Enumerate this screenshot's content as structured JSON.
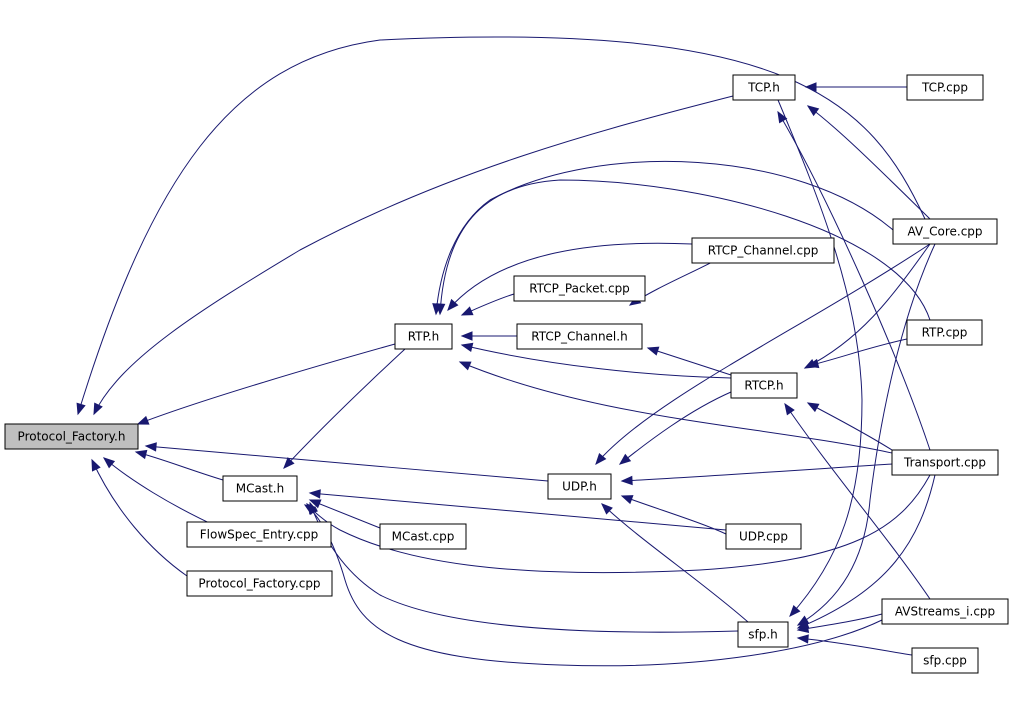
{
  "nodes": [
    {
      "id": "protocol_factory_h",
      "label": "Protocol_Factory.h",
      "highlighted": true
    },
    {
      "id": "rtp_h",
      "label": "RTP.h"
    },
    {
      "id": "mcast_h",
      "label": "MCast.h"
    },
    {
      "id": "udp_h",
      "label": "UDP.h"
    },
    {
      "id": "tcp_h",
      "label": "TCP.h"
    },
    {
      "id": "rtcp_h",
      "label": "RTCP.h"
    },
    {
      "id": "sfp_h",
      "label": "sfp.h"
    },
    {
      "id": "rtcp_channel_h",
      "label": "RTCP_Channel.h"
    },
    {
      "id": "rtcp_packet_cpp",
      "label": "RTCP_Packet.cpp"
    },
    {
      "id": "rtcp_channel_cpp",
      "label": "RTCP_Channel.cpp"
    },
    {
      "id": "tcp_cpp",
      "label": "TCP.cpp"
    },
    {
      "id": "av_core_cpp",
      "label": "AV_Core.cpp"
    },
    {
      "id": "rtp_cpp",
      "label": "RTP.cpp"
    },
    {
      "id": "transport_cpp",
      "label": "Transport.cpp"
    },
    {
      "id": "udp_cpp",
      "label": "UDP.cpp"
    },
    {
      "id": "mcast_cpp",
      "label": "MCast.cpp"
    },
    {
      "id": "flowspec_entry_cpp",
      "label": "FlowSpec_Entry.cpp"
    },
    {
      "id": "protocol_factory_cpp",
      "label": "Protocol_Factory.cpp"
    },
    {
      "id": "avstreams_i_cpp",
      "label": "AVStreams_i.cpp"
    },
    {
      "id": "sfp_cpp",
      "label": "sfp.cpp"
    }
  ],
  "edges": [
    {
      "from": "tcp_h",
      "to": "protocol_factory_h"
    },
    {
      "from": "rtp_h",
      "to": "protocol_factory_h"
    },
    {
      "from": "mcast_h",
      "to": "protocol_factory_h"
    },
    {
      "from": "udp_h",
      "to": "protocol_factory_h"
    },
    {
      "from": "flowspec_entry_cpp",
      "to": "protocol_factory_h"
    },
    {
      "from": "protocol_factory_cpp",
      "to": "protocol_factory_h"
    },
    {
      "from": "av_core_cpp",
      "to": "protocol_factory_h"
    },
    {
      "from": "tcp_cpp",
      "to": "tcp_h"
    },
    {
      "from": "av_core_cpp",
      "to": "tcp_h"
    },
    {
      "from": "transport_cpp",
      "to": "tcp_h"
    },
    {
      "from": "rtcp_packet_cpp",
      "to": "rtp_h"
    },
    {
      "from": "rtcp_channel_h",
      "to": "rtp_h"
    },
    {
      "from": "rtcp_channel_cpp",
      "to": "rtp_h"
    },
    {
      "from": "rtcp_h",
      "to": "rtp_h"
    },
    {
      "from": "av_core_cpp",
      "to": "rtp_h"
    },
    {
      "from": "rtp_cpp",
      "to": "rtp_h"
    },
    {
      "from": "transport_cpp",
      "to": "rtp_h"
    },
    {
      "from": "rtcp_channel_cpp",
      "to": "rtcp_channel_h"
    },
    {
      "from": "rtcp_h",
      "to": "rtcp_channel_h"
    },
    {
      "from": "rtp_cpp",
      "to": "rtcp_h"
    },
    {
      "from": "av_core_cpp",
      "to": "rtcp_h"
    },
    {
      "from": "transport_cpp",
      "to": "rtcp_h"
    },
    {
      "from": "avstreams_i_cpp",
      "to": "rtcp_h"
    },
    {
      "from": "rtcp_h",
      "to": "udp_h"
    },
    {
      "from": "transport_cpp",
      "to": "udp_h"
    },
    {
      "from": "udp_cpp",
      "to": "udp_h"
    },
    {
      "from": "av_core_cpp",
      "to": "udp_h"
    },
    {
      "from": "sfp_h",
      "to": "udp_h"
    },
    {
      "from": "rtp_h",
      "to": "mcast_h"
    },
    {
      "from": "mcast_cpp",
      "to": "mcast_h"
    },
    {
      "from": "udp_cpp",
      "to": "mcast_h"
    },
    {
      "from": "sfp_h",
      "to": "mcast_h"
    },
    {
      "from": "transport_cpp",
      "to": "mcast_h"
    },
    {
      "from": "avstreams_i_cpp",
      "to": "mcast_h"
    },
    {
      "from": "avstreams_i_cpp",
      "to": "sfp_h"
    },
    {
      "from": "sfp_cpp",
      "to": "sfp_h"
    },
    {
      "from": "av_core_cpp",
      "to": "sfp_h"
    },
    {
      "from": "transport_cpp",
      "to": "sfp_h"
    },
    {
      "from": "tcp_h",
      "to": "sfp_h"
    }
  ],
  "colors": {
    "edge": "#191970",
    "highlight_fill": "#bfbfbf",
    "node_fill": "#ffffff",
    "node_border": "#000000"
  }
}
